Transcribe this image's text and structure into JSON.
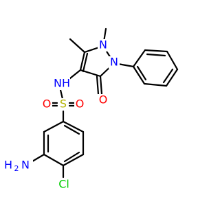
{
  "colors": {
    "bond": "#000000",
    "nitrogen": "#0000ff",
    "oxygen": "#ff0000",
    "sulfur": "#b3b300",
    "chlorine": "#00cc00",
    "background": "#ffffff"
  },
  "labels": {
    "n1": "N",
    "n2": "N",
    "nh": "NH",
    "o_carbonyl": "O",
    "s": "S",
    "o_sulfonyl_left": "O",
    "o_sulfonyl_right": "O",
    "amino_h": "H",
    "amino_sub": "2",
    "amino_n": "N",
    "cl": "Cl"
  }
}
